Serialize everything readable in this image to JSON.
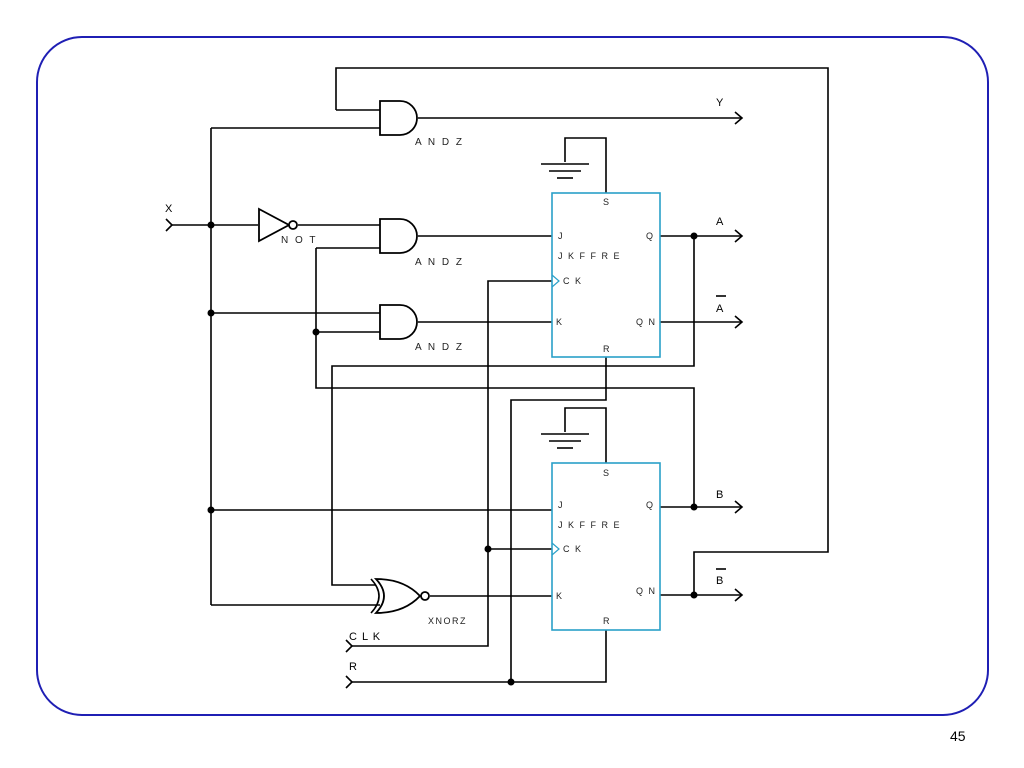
{
  "diagram": {
    "inputs": {
      "x": "X",
      "clk": "C L K",
      "r": "R"
    },
    "outputs": {
      "y": "Y",
      "a": "A",
      "a_bar": "A",
      "b": "B",
      "b_bar": "B"
    },
    "gates": {
      "and_top": "A N D Z",
      "and_mid": "A N D Z",
      "and_low": "A N D Z",
      "not": "N O T",
      "xnor": "XNORZ"
    },
    "flipflop_a": {
      "type": "J K F F R E",
      "s": "S",
      "j": "J",
      "ck": "C K",
      "k": "K",
      "r": "R",
      "q": "Q",
      "qn": "Q N"
    },
    "flipflop_b": {
      "type": "J K F F R E",
      "s": "S",
      "j": "J",
      "ck": "C K",
      "k": "K",
      "r": "R",
      "q": "Q",
      "qn": "Q N"
    }
  },
  "page_number": "45",
  "colors": {
    "frame": "#1f1fb4",
    "flipflop": "#2aa0c8",
    "wire": "#000000"
  }
}
